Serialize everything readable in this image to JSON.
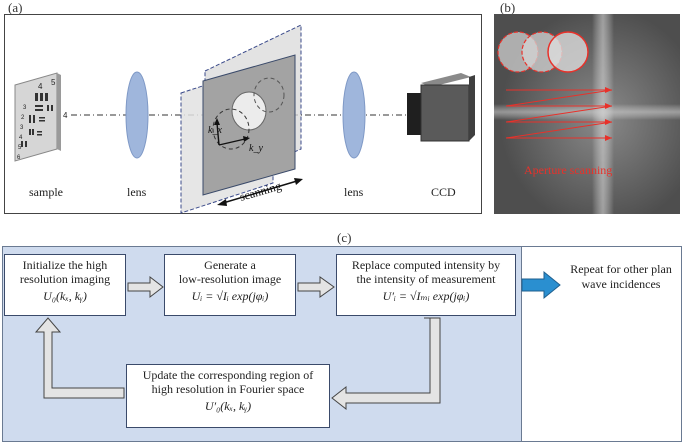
{
  "panels": {
    "a_label": "(a)",
    "b_label": "(b)",
    "c_label": "(c)"
  },
  "setup": {
    "sample_label": "sample",
    "lens1_label": "lens",
    "lens2_label": "lens",
    "ccd_label": "CCD",
    "scanning_label": "scanning",
    "kx_label": "k_x",
    "ky_label": "k_y",
    "target_numbers": [
      "4",
      "5",
      "3",
      "2",
      "3",
      "4",
      "5",
      "6",
      "4"
    ]
  },
  "spectrum": {
    "aperture_label": "Aperture scanning",
    "accent_color": "#e8312a"
  },
  "flow": {
    "box1": {
      "line1": "Initialize the high",
      "line2": "resolution imaging",
      "eq": "U₀(kₓ, kᵧ)"
    },
    "box2": {
      "line1": "Generate a",
      "line2": "low-resolution image",
      "eq": "Uᵢ = √Iᵢ exp(jφᵢ)"
    },
    "box3": {
      "line1": "Replace computed intensity by",
      "line2": "the intensity of measurement",
      "eq": "U′ᵢ = √Iₘᵢ exp(jφᵢ)"
    },
    "box4": {
      "line1": "Update the corresponding region of",
      "line2": "high resolution in Fourier space",
      "eq": "U′₀(kₓ, kᵧ)"
    },
    "repeat_text": "Repeat for other plan wave incidences",
    "flow_bg_color": "#cfdbee",
    "arrow_blue": "#2a8fd0"
  }
}
